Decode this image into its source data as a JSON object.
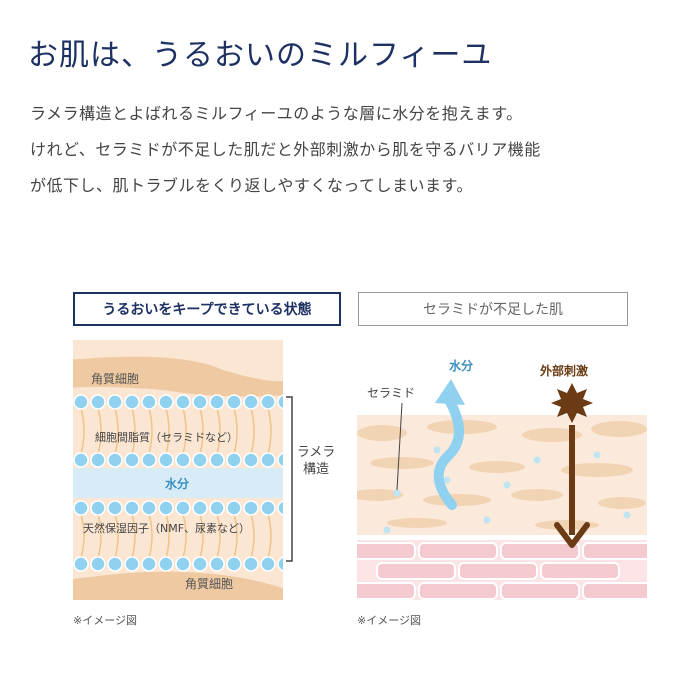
{
  "headline": "お肌は、うるおいのミルフィーユ",
  "lead": [
    "ラメラ構造とよばれるミルフィーユのような層に水分を抱えます。",
    "けれど、セラミドが不足した肌だと外部刺激から肌を守るバリア機能",
    "が低下し、肌トラブルをくり返しやすくなってしまいます。"
  ],
  "tags": {
    "good": "うるおいをキープできている状態",
    "bad": "セラミドが不足した肌"
  },
  "left_diagram": {
    "corneocyte_top": "角質細胞",
    "lipid": "細胞間脂質（セラミドなど）",
    "water": "水分",
    "nmf": "天然保湿因子（NMF、尿素など）",
    "corneocyte_bottom": "角質細胞",
    "lamellar": [
      "ラメラ",
      "構造"
    ]
  },
  "right_diagram": {
    "ceramide": "セラミド",
    "water": "水分",
    "irritant": "外部刺激"
  },
  "caption": "※イメージ図",
  "colors": {
    "navy": "#1e3163",
    "skin": "#fae6d3",
    "cell": "#eec9a1",
    "bead": "#8fd1ee",
    "water_band": "#d7ecf6",
    "arrow_brown": "#6a3b14",
    "pink_cell": "#f4c9cf"
  }
}
